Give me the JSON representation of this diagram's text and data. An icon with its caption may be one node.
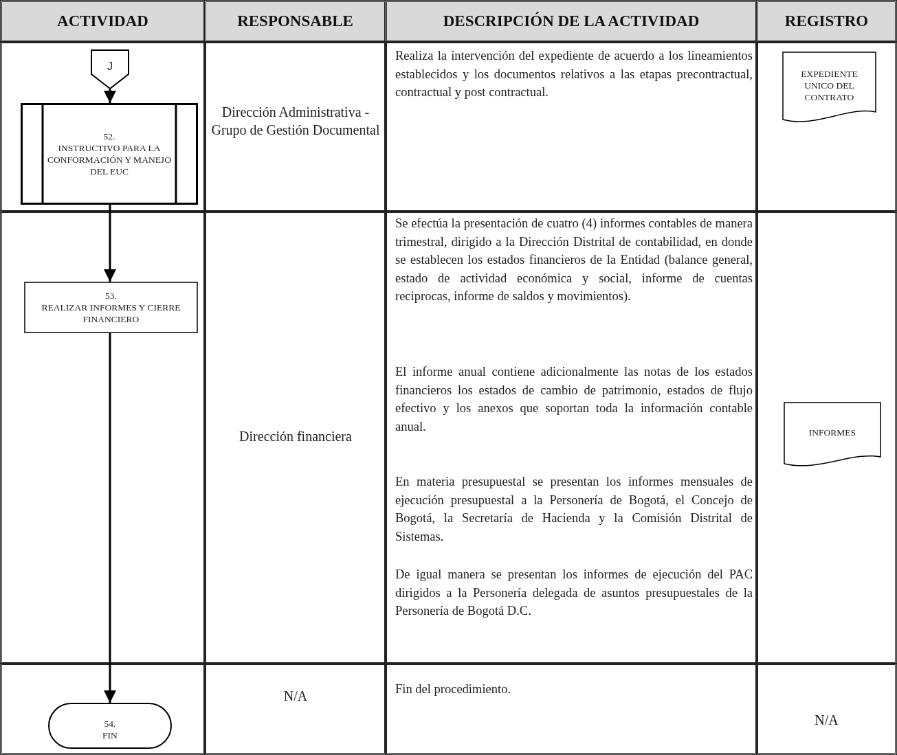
{
  "diagram": {
    "nodes": [
      {
        "text": [
          "J"
        ]
      },
      {
        "text": [
          "52.",
          "INSTRUCTIVO PARA LA CONFORMACIÓN Y MANEJO DEL EUC"
        ]
      },
      {
        "text": [
          "53.",
          "REALIZAR INFORMES Y CIERRE FINANCIERO"
        ]
      },
      {
        "text": [
          "54.",
          "FIN"
        ]
      },
      {
        "text": [
          "EXPEDIENTE UNICO DEL CONTRATO"
        ]
      },
      {
        "text": [
          "INFORMES"
        ]
      }
    ],
    "edges": [
      {
        "from": 0,
        "to": 1,
        "arrow": "to"
      },
      {
        "from": 1,
        "to": 2,
        "arrow": "to"
      },
      {
        "from": 2,
        "to": 3,
        "arrow": "to"
      }
    ],
    "labels": [
      "ACTIVIDAD",
      "RESPONSABLE",
      "DESCRIPCIÓN DE LA ACTIVIDAD",
      "REGISTRO",
      "Dirección Administrativa - Grupo de Gestión Documental",
      "Realiza la intervención del expediente de acuerdo a los lineamientos establecidos y los documentos relativos a las etapas precontractual, contractual y post contractual.",
      "Dirección financiera",
      "Se efectúa la presentación de cuatro (4) informes contables de manera trimestral, dirigido a la Dirección Distrital de contabilidad, en donde se establecen los estados financieros de la Entidad (balance general, estado de actividad económica y social, informe de cuentas reciprocas, informe de saldos y movimientos).",
      "El informe anual contiene adicionalmente las notas de los estados financieros los estados de cambio de patrimonio, estados de flujo efectivo y los anexos que soportan toda la información contable anual.",
      "En materia presupuestal se presentan los informes mensuales de ejecución presupuestal a la Personería de Bogotá, el Concejo de Bogotá, la Secretaría de Hacienda y la Comisión Distrital de Sistemas.",
      "De igual manera se presentan los informes de ejecución del PAC dirigidos a la Personería delegada de asuntos presupuestales de la Personería de Bogotá D.C.",
      "N/A",
      "Fin del procedimiento.",
      "N/A"
    ]
  }
}
